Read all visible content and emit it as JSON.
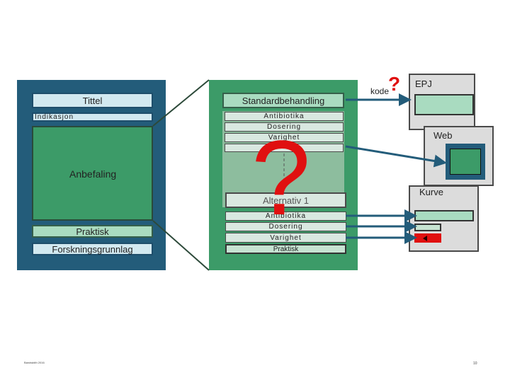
{
  "left_panel": {
    "title": "Tittel",
    "indication": "Indikasjon",
    "recommendation": "Anbefaling",
    "practical": "Praktisk",
    "research": "Forskningsgrunnlag"
  },
  "middle_panel": {
    "standard": "Standardbehandling",
    "rows_top": [
      "Antibiotika",
      "Dosering",
      "Varighet"
    ],
    "alternative": "Alternativ 1",
    "rows_bottom": [
      "Antibiotika",
      "Dosering",
      "Varighet"
    ],
    "practical": "Praktisk",
    "question_mark": "?"
  },
  "right_panel": {
    "code_label": "kode",
    "question_mark": "?",
    "epj": "EPJ",
    "web": "Web",
    "kurve": "Kurve"
  },
  "footer": {
    "left": "Bandwidth 2016",
    "page_number": "10"
  },
  "colors": {
    "dark_blue": "#235c7a",
    "green": "#3c9b68",
    "light_green": "#a9dbc0",
    "light_blue": "#d2e9f0",
    "red": "#e01010",
    "gray": "#dcdcdc"
  }
}
